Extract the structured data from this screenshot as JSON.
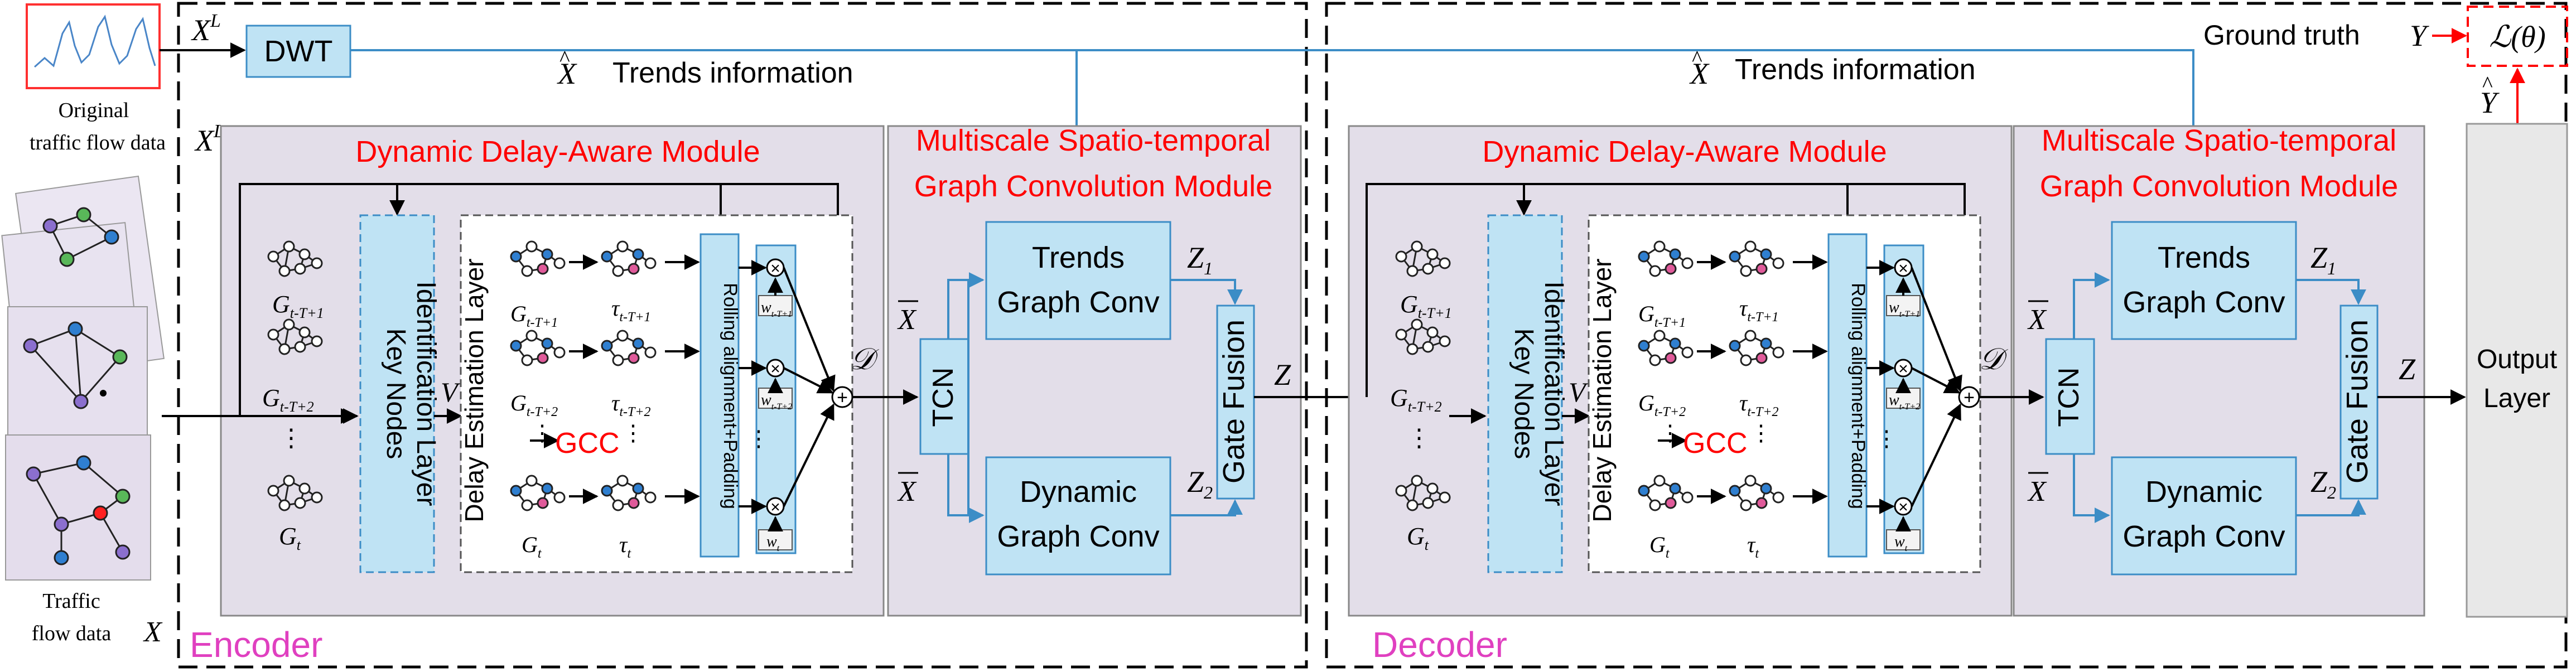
{
  "inputs": {
    "original_label_line1": "Original",
    "original_label_line2": "traffic flow data",
    "traffic_label_line1": "Traffic",
    "traffic_label_line2": "flow data",
    "x_symbol": "X",
    "xl_symbol": "X",
    "xl_superscript": "L"
  },
  "top": {
    "dwt_label": "DWT",
    "trends_left": "Trends information",
    "trends_right": "Trends information",
    "xhat_symbol": "X",
    "ground_truth_label": "Ground truth",
    "y_symbol": "Y",
    "loss_label": "ℒ(θ)",
    "yhat_symbol": "Y"
  },
  "encoder": {
    "label": "Encoder",
    "delay_module_title": "Dynamic Delay-Aware Module",
    "mst_title_line1": "Multiscale Spatio-temporal",
    "mst_title_line2": "Graph Convolution Module",
    "key_nodes_line1": "Key Nodes",
    "key_nodes_line2": "Identification Layer",
    "delay_est_label": "Delay Estimation Layer",
    "rolling_label": "Rolling alignment+Padding",
    "gcc_label": "GCC",
    "v_symbol": "V",
    "d_symbol": "𝒟",
    "z_symbol": "Z",
    "z1_symbol": "Z",
    "z1_sub": "1",
    "z2_symbol": "Z",
    "z2_sub": "2",
    "xbar_symbol": "X",
    "tcn_label": "TCN",
    "trends_conv_line1": "Trends",
    "trends_conv_line2": "Graph Conv",
    "dyn_conv_line1": "Dynamic",
    "dyn_conv_line2": "Graph Conv",
    "gate_fusion_label": "Gate Fusion",
    "g_top": "G",
    "g_top_sub": "t-T+1",
    "g_mid": "G",
    "g_mid_sub": "t-T+2",
    "g_bot": "G",
    "g_bot_sub": "t",
    "tau_top": "τ",
    "tau_top_sub": "t-T+1",
    "tau_mid": "τ",
    "tau_mid_sub": "t-T+2",
    "tau_bot": "τ",
    "tau_bot_sub": "t",
    "w_top": "w",
    "w_top_sub": "t-T+1",
    "w_mid": "w",
    "w_mid_sub": "t-T+2",
    "w_bot": "w",
    "w_bot_sub": "t",
    "dots": "⋮"
  },
  "decoder": {
    "label": "Decoder",
    "delay_module_title": "Dynamic Delay-Aware Module",
    "mst_title_line1": "Multiscale Spatio-temporal",
    "mst_title_line2": "Graph Convolution Module",
    "key_nodes_line1": "Key Nodes",
    "key_nodes_line2": "Identification Layer",
    "delay_est_label": "Delay Estimation Layer",
    "rolling_label": "Rolling alignment+Padding",
    "gcc_label": "GCC",
    "v_symbol": "V",
    "d_symbol": "𝒟",
    "z_symbol": "Z",
    "z1_symbol": "Z",
    "z1_sub": "1",
    "z2_symbol": "Z",
    "z2_sub": "2",
    "xbar_symbol": "X",
    "tcn_label": "TCN",
    "trends_conv_line1": "Trends",
    "trends_conv_line2": "Graph Conv",
    "dyn_conv_line1": "Dynamic",
    "dyn_conv_line2": "Graph Conv",
    "gate_fusion_label": "Gate Fusion",
    "output_line1": "Output",
    "output_line2": "Layer",
    "g_top": "G",
    "g_top_sub": "t-T+1",
    "g_mid": "G",
    "g_mid_sub": "t-T+2",
    "g_bot": "G",
    "g_bot_sub": "t",
    "tau_top": "τ",
    "tau_top_sub": "t-T+1",
    "tau_mid": "τ",
    "tau_mid_sub": "t-T+2",
    "tau_bot": "τ",
    "tau_bot_sub": "t",
    "w_top": "w",
    "w_top_sub": "t-T+1",
    "w_mid": "w",
    "w_mid_sub": "t-T+2",
    "w_bot": "w",
    "w_bot_sub": "t",
    "dots": "⋮"
  }
}
